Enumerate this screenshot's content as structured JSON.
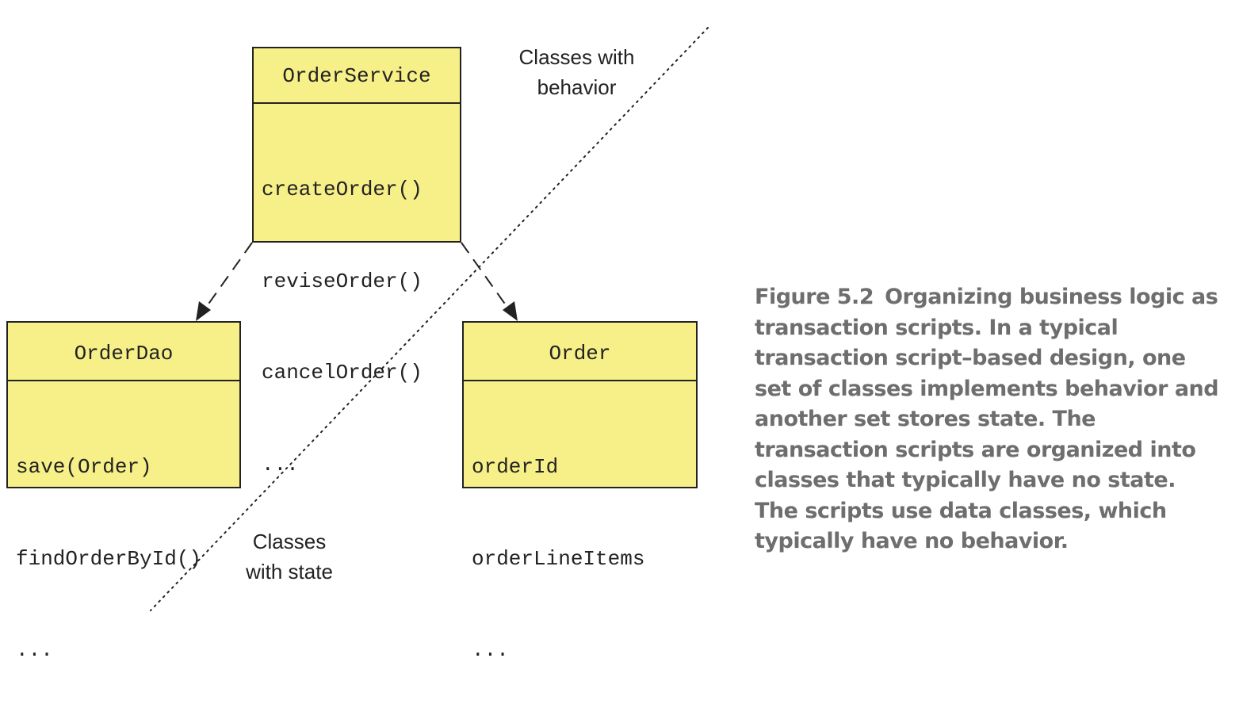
{
  "classes": {
    "order_service": {
      "name": "OrderService",
      "members": [
        "createOrder()",
        "reviseOrder()",
        "cancelOrder()",
        "..."
      ]
    },
    "order_dao": {
      "name": "OrderDao",
      "members": [
        "save(Order)",
        "findOrderById()",
        "..."
      ]
    },
    "order": {
      "name": "Order",
      "members": [
        "orderId",
        "orderLineItems",
        "..."
      ]
    }
  },
  "labels": {
    "behavior_line1": "Classes with",
    "behavior_line2": "behavior",
    "state_line1": "Classes",
    "state_line2": "with state"
  },
  "caption": {
    "figure": "Figure 5.2",
    "text": "Organizing business logic as transaction scripts. In a typical transaction script–based design, one set of classes implements behavior and another set stores state. The transaction scripts are organized into classes that typically have no state. The scripts use data classes, which typically have no behavior."
  },
  "colors": {
    "class_fill": "#f7f088",
    "stroke": "#222222",
    "caption_text": "#6e6e6e"
  }
}
